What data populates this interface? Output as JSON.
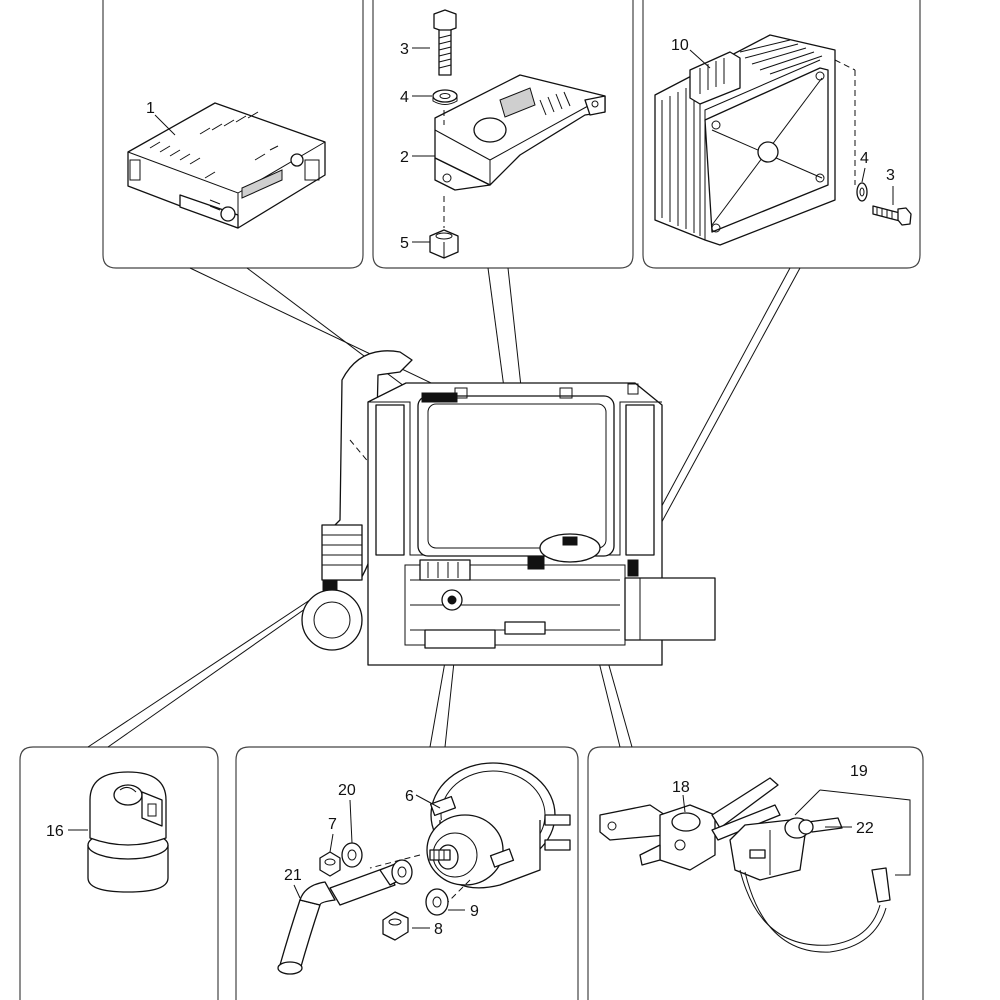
{
  "callouts": {
    "c1": "1",
    "c2": "2",
    "c3a": "3",
    "c4a": "4",
    "c5": "5",
    "c10": "10",
    "c4b": "4",
    "c3b": "3",
    "c16": "16",
    "c20": "20",
    "c7": "7",
    "c6": "6",
    "c21": "21",
    "c9": "9",
    "c8": "8",
    "c18": "18",
    "c19": "19",
    "c22": "22"
  }
}
